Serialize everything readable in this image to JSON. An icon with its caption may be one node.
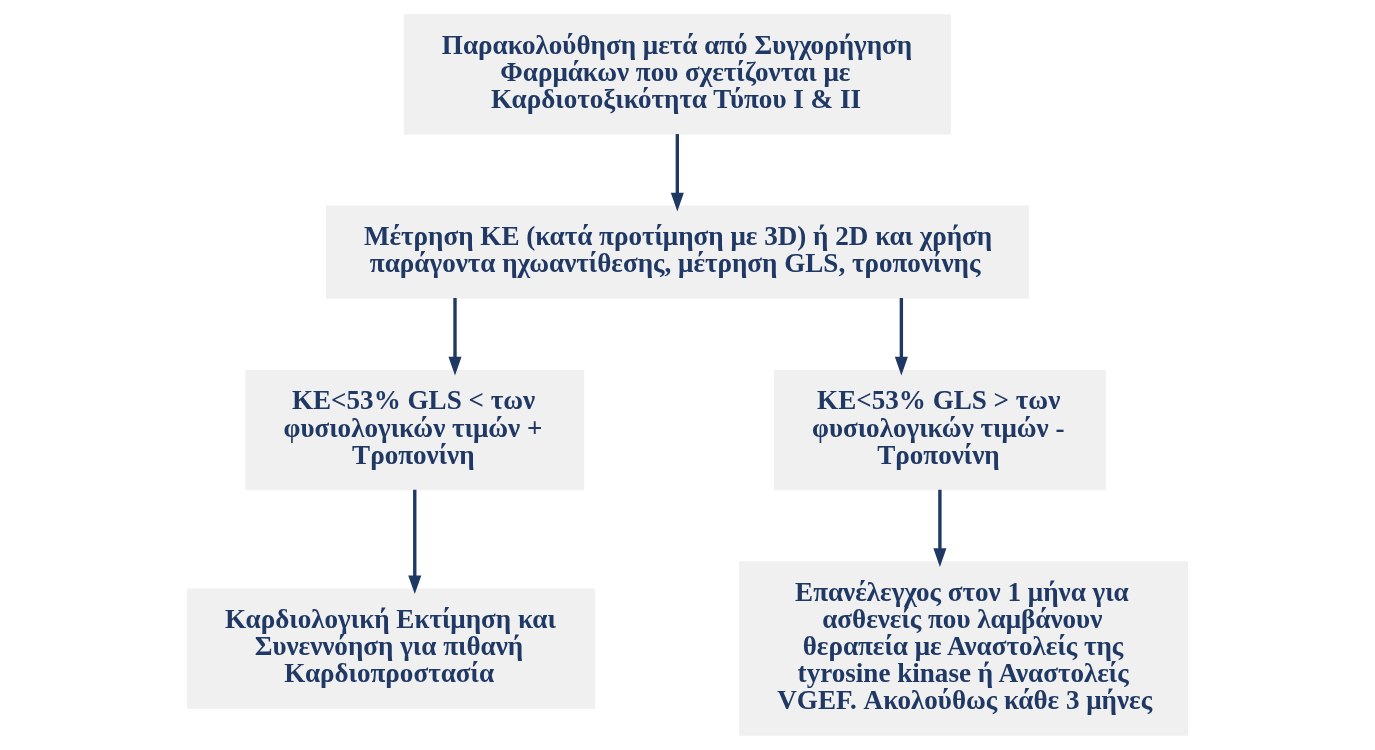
{
  "diagram": {
    "nodes": [
      {
        "text": [
          "Παρακολούθηση μετά από Συγχορήγηση Φαρμάκων που σχετίζονται με Καρδιοτοξικότητα Τύπου I & II"
        ]
      },
      {
        "text": [
          "Μέτρηση ΚΕ (κατά προτίμηση με 3D) ή 2D και χρήση παράγοντα ηχωαντίθεσης, μέτρηση GLS, τροπονίνης"
        ]
      },
      {
        "text": [
          "ΚΕ<53% GLS < των φυσιολογικών τιμών + Τροπονίνη"
        ]
      },
      {
        "text": [
          "ΚΕ<53% GLS > των φυσιολογικών τιμών - Τροπονίνη"
        ]
      },
      {
        "text": [
          "Καρδιολογική Εκτίμηση και Συνεννόηση για πιθανή Καρδιοπροστασία"
        ]
      },
      {
        "text": [
          "Επανέλεγχος στον 1 μήνα για ασθενείς που λαμβάνουν θεραπεία με Αναστολείς της tyrosine kinase ή Αναστολείς VGEF. Ακολούθως κάθε 3 μήνες"
        ]
      }
    ],
    "edges": [
      {
        "from": 0,
        "to": 1,
        "arrow": "to"
      },
      {
        "from": 1,
        "to": 2,
        "arrow": "to"
      },
      {
        "from": 1,
        "to": 3,
        "arrow": "to"
      },
      {
        "from": 2,
        "to": 4,
        "arrow": "to"
      },
      {
        "from": 3,
        "to": 5,
        "arrow": "to"
      }
    ]
  }
}
